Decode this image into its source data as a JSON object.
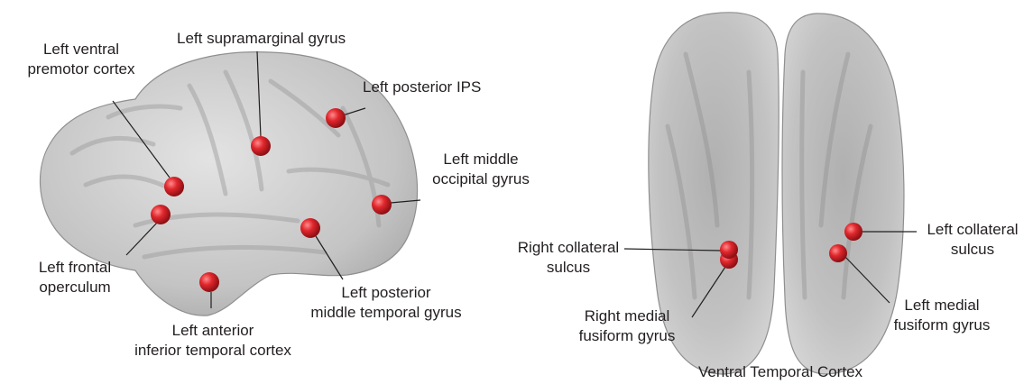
{
  "lateral": {
    "labels": {
      "ventral_premotor": [
        "Left ventral",
        "premotor cortex"
      ],
      "supramarginal": "Left supramarginal gyrus",
      "posterior_ips": "Left posterior IPS",
      "middle_occipital": [
        "Left middle",
        "occipital gyrus"
      ],
      "frontal_operculum": [
        "Left frontal",
        "operculum"
      ],
      "posterior_mtg": [
        "Left posterior",
        "middle temporal gyrus"
      ],
      "anterior_itc": [
        "Left anterior",
        "inferior temporal cortex"
      ]
    }
  },
  "ventral": {
    "title": "Ventral Temporal Cortex",
    "labels": {
      "right_collateral": [
        "Right collateral",
        "sulcus"
      ],
      "right_medial_fusiform": [
        "Right medial",
        "fusiform gyrus"
      ],
      "left_collateral": [
        "Left collateral",
        "sulcus"
      ],
      "left_medial_fusiform": [
        "Left medial",
        "fusiform gyrus"
      ]
    }
  },
  "colors": {
    "marker": "#d9262b",
    "brain": "#b8b8b8",
    "text": "#231f20"
  }
}
